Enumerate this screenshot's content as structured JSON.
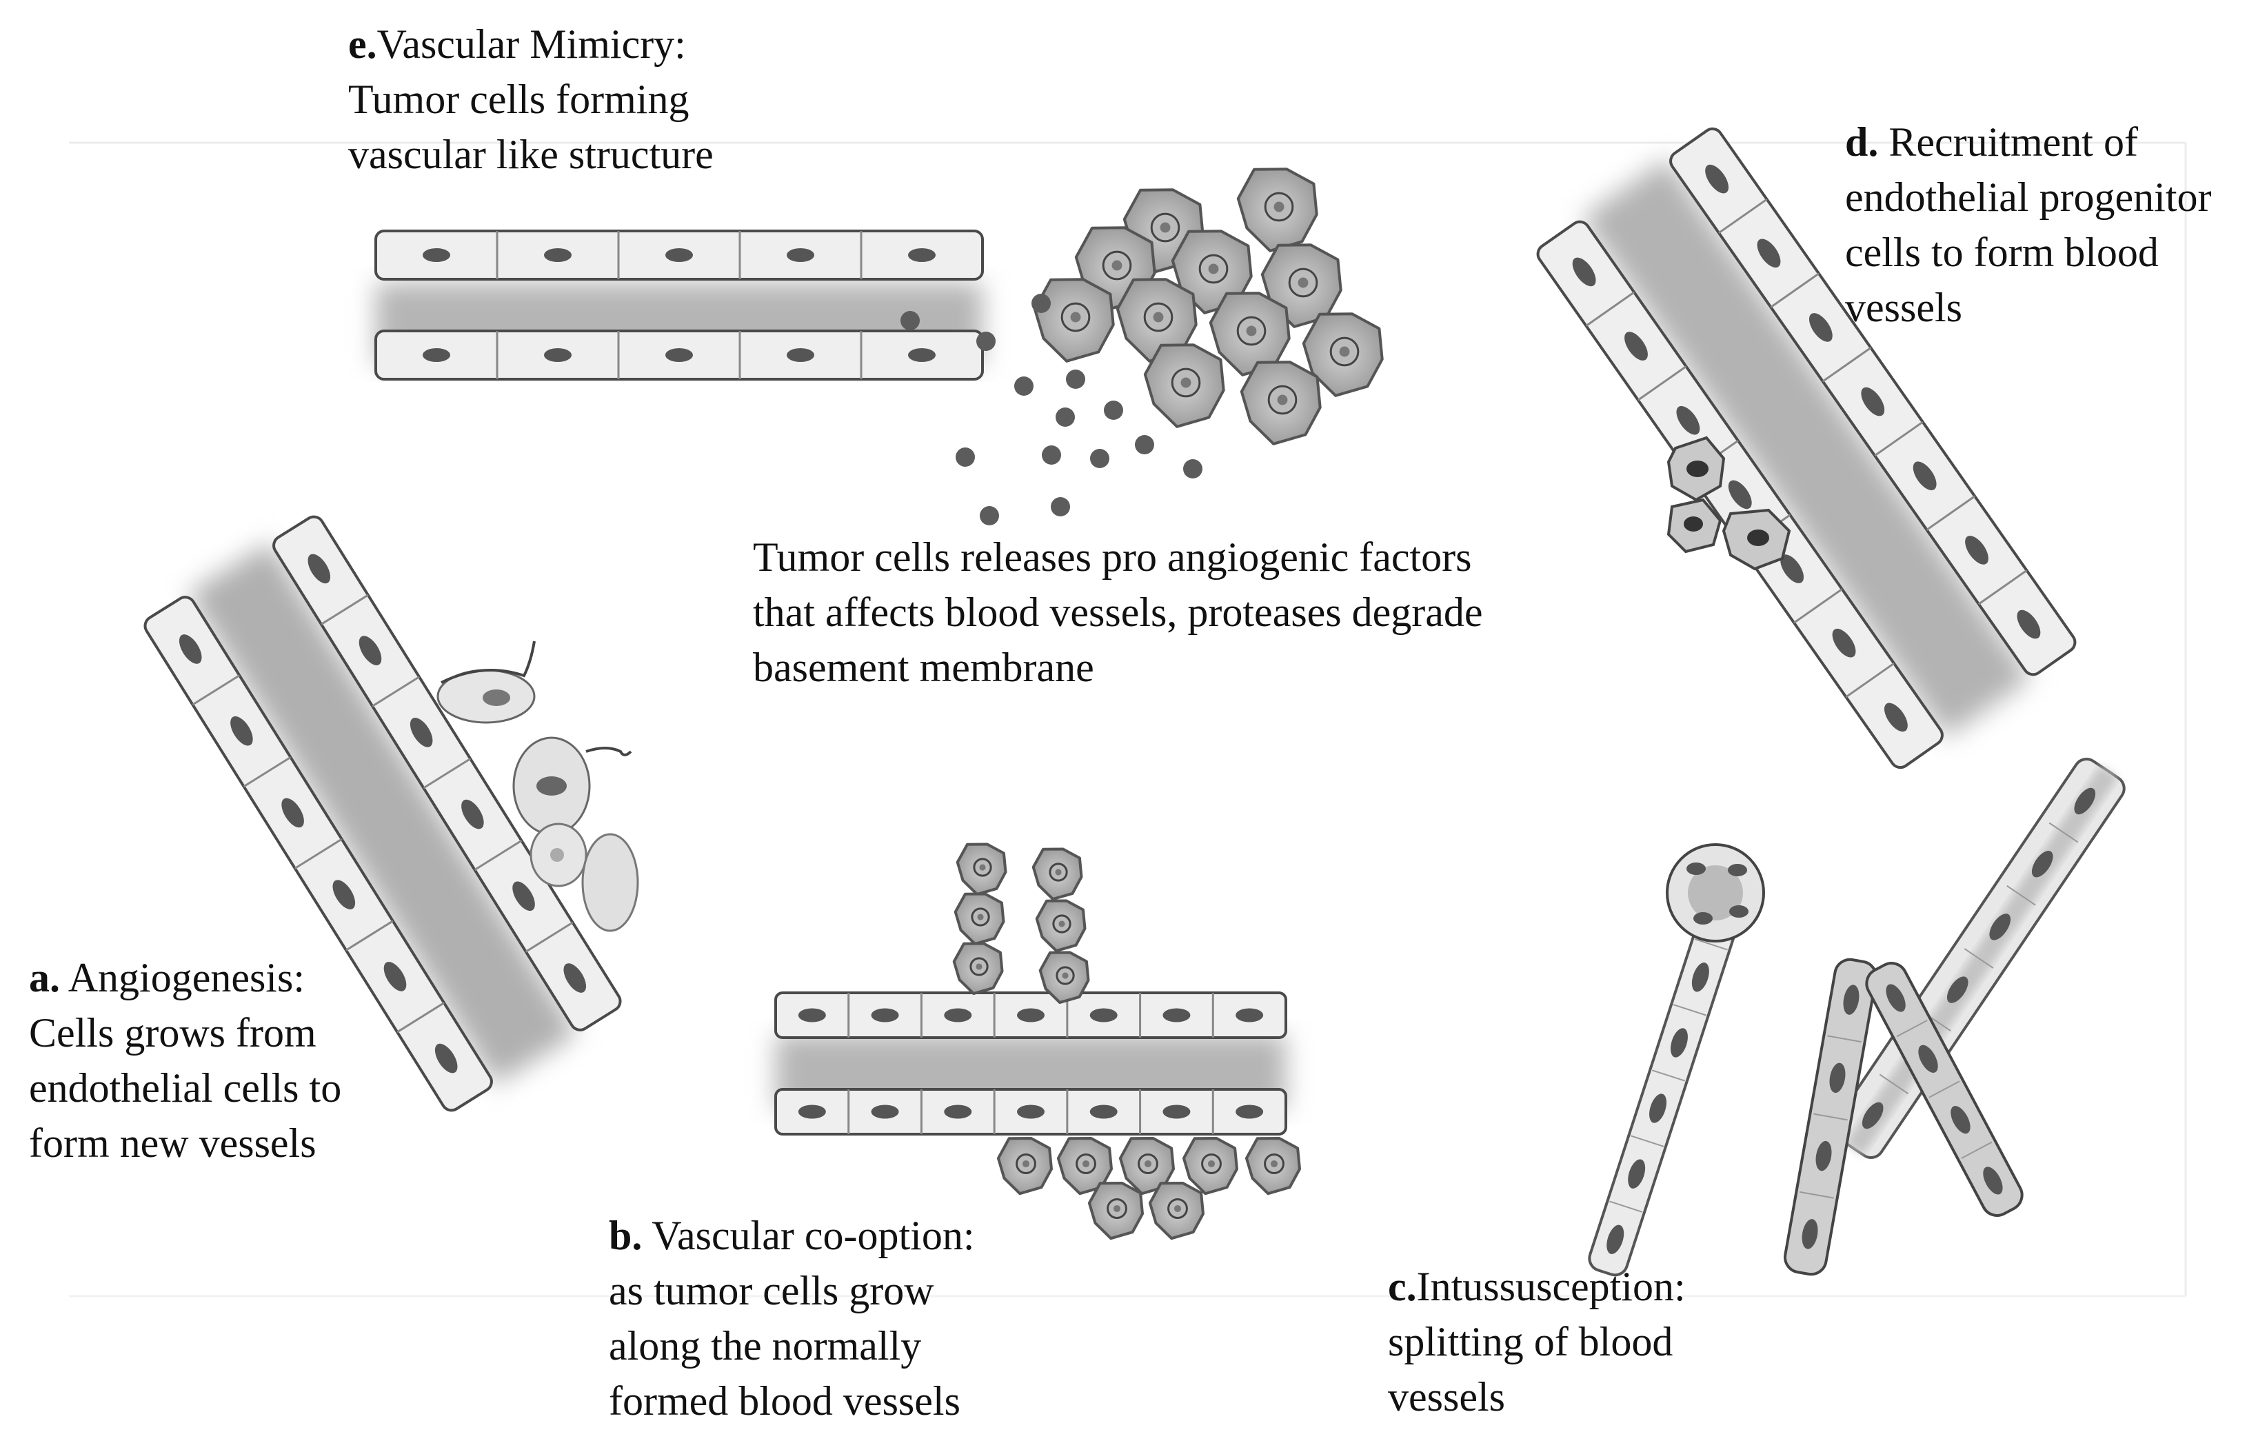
{
  "labels": {
    "e": {
      "letter": "e.",
      "lines": [
        "Vascular Mimicry:",
        "Tumor cells forming",
        "vascular like structure"
      ]
    },
    "d": {
      "letter": "d.",
      "lines": [
        " Recruitment of",
        "endothelial progenitor",
        "cells to form blood",
        "vessels"
      ]
    },
    "center": {
      "lines": [
        "Tumor cells releases pro angiogenic factors",
        "that affects blood vessels, proteases degrade",
        "basement membrane"
      ]
    },
    "a": {
      "letter": "a.",
      "lines": [
        " Angiogenesis:",
        "Cells grows from",
        "endothelial cells to",
        "form new vessels"
      ]
    },
    "b": {
      "letter": "b.",
      "lines": [
        " Vascular co-option:",
        "as tumor cells grow",
        "along the normally",
        "formed blood vessels"
      ]
    },
    "c": {
      "letter": "c.",
      "lines": [
        "Intussusception:",
        "splitting of blood",
        "vessels"
      ]
    }
  },
  "colors": {
    "vessel_wall": "#4a4a4a",
    "vessel_lumen": "#bdbdbd",
    "cell_fill": "#eeeeee",
    "nucleus": "#555555",
    "tumor_cell": "#a8a8a8",
    "factor_dot": "#5c5c5c"
  }
}
